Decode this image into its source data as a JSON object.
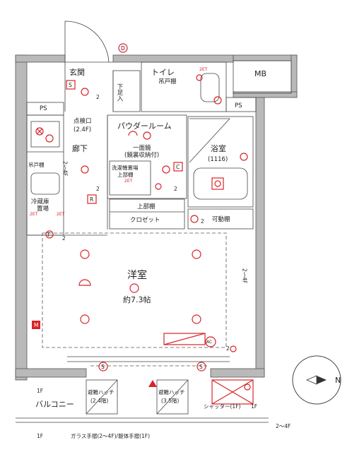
{
  "rooms": {
    "entrance": "玄関",
    "shoe_storage": "下足入",
    "toilet": "トイレ",
    "toilet_cabinet": "吊戸棚",
    "mb": "MB",
    "ps_left": "PS",
    "ps_right": "PS",
    "inspection": "点検口",
    "inspection_floor": "(2.4F)",
    "corridor": "廊下",
    "corridor_note": "2～4F",
    "kitchen_cabinet": "吊戸棚",
    "fridge": "冷蔵庫",
    "fridge_area": "置場",
    "powder_room": "パウダールーム",
    "mirror_note1": "一面鏡",
    "mirror_note2": "(鏡裏収納付)",
    "washer1": "洗濯機置場",
    "washer2": "上部棚",
    "bathroom": "浴室",
    "bathroom_size": "(1116)",
    "upper_shelf": "上部棚",
    "closet": "クロゼット",
    "movable_shelf": "可動棚",
    "western_room": "洋室",
    "western_size": "約7.3帖",
    "western_note": "2～4F",
    "balcony": "バルコニー",
    "hatch1": "避難ハッチ",
    "hatch1_floor": "(2.4階)",
    "hatch2": "避難ハッチ",
    "hatch2_floor": "(3.5階)",
    "shutter": "シャッター(1F)",
    "floor_1f_a": "1F",
    "floor_1f_b": "1F",
    "floor_1f_c": "1F",
    "floor_24f": "2～4F",
    "railing": "ガラス手摺(2～4F)/躯体手摺(1F)"
  },
  "symbols": {
    "s": "S",
    "c": "C",
    "r": "R",
    "m": "M",
    "ac": "AC",
    "d": "D",
    "tv": "T",
    "et": "2ET",
    "two": "2",
    "compass_n": "N"
  }
}
